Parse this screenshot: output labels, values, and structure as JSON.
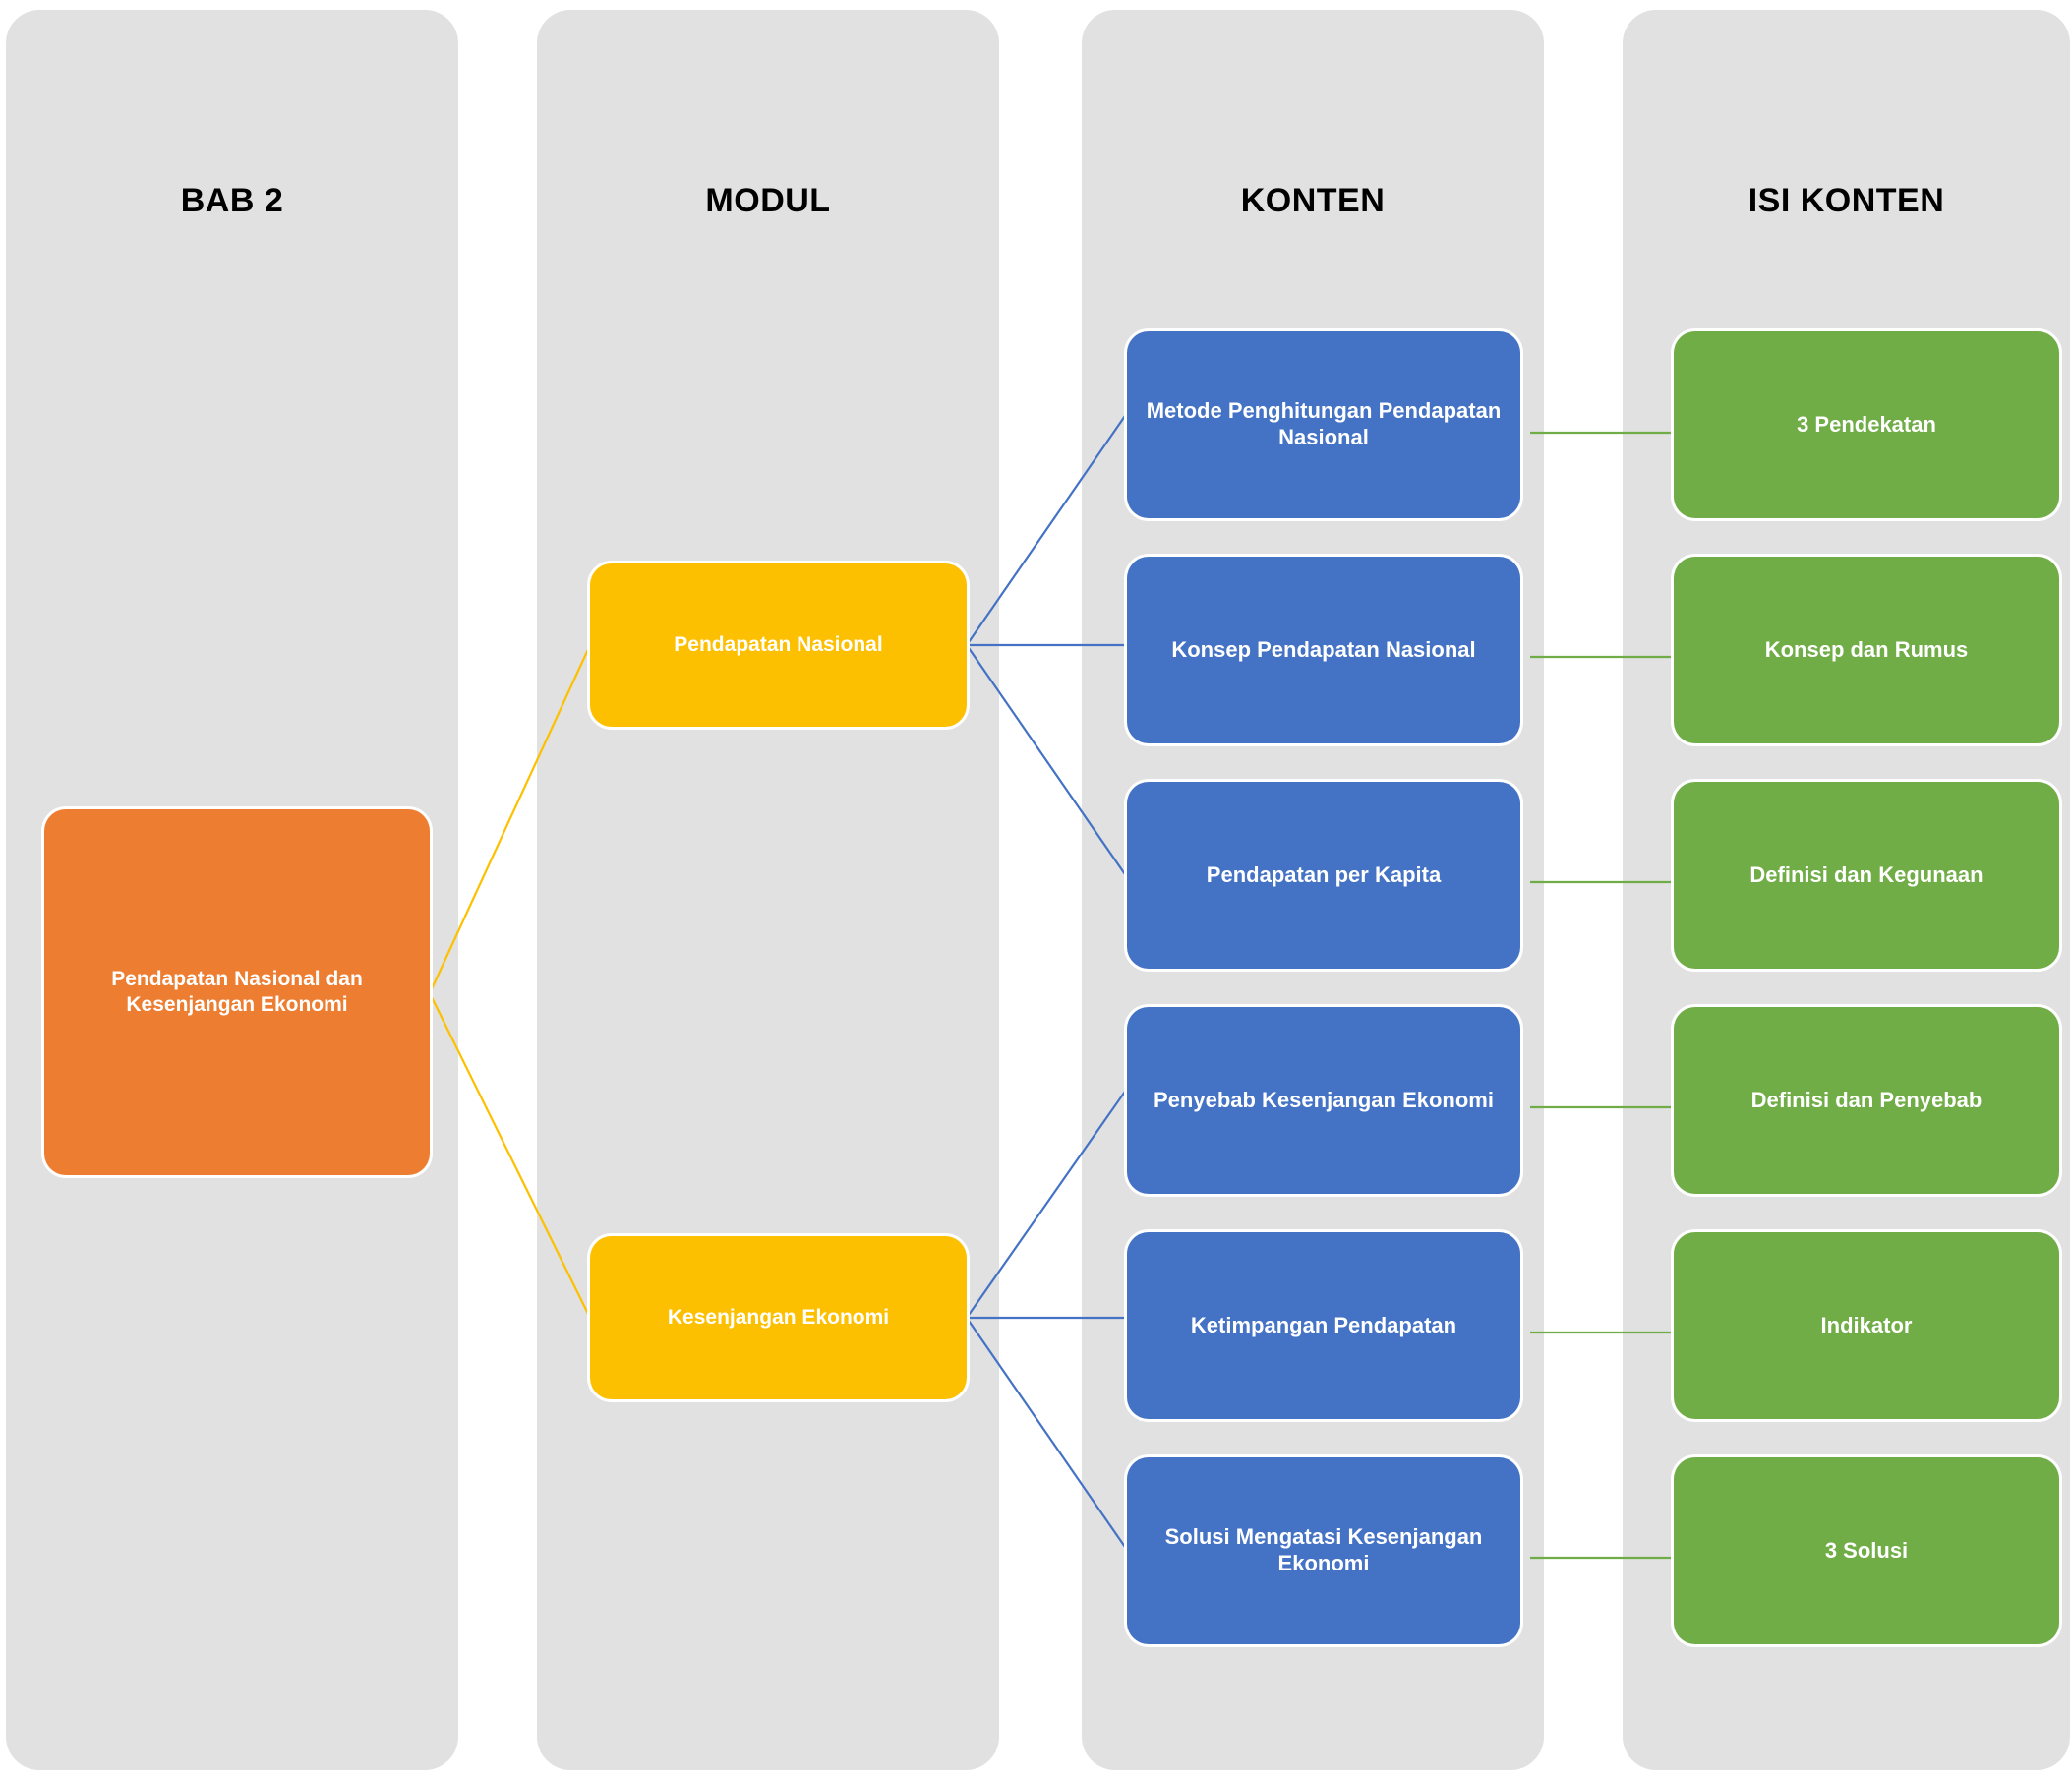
{
  "diagram": {
    "type": "hierarchy-flowchart",
    "background_color": "#ffffff",
    "panel_color": "#e1e1e1",
    "columns": [
      {
        "title": "BAB 2",
        "key": "bab2"
      },
      {
        "title": "MODUL",
        "key": "modul"
      },
      {
        "title": "KONTEN",
        "key": "konten"
      },
      {
        "title": "ISI KONTEN",
        "key": "isi_konten"
      }
    ],
    "colors": {
      "root": "#ed7d31",
      "modul": "#fdc000",
      "konten": "#4472c4",
      "isi_konten": "#70ad47",
      "connector_modul": "#fdc000",
      "connector_konten": "#4472c4",
      "connector_isi": "#70ad47"
    },
    "root": {
      "label": "Pendapatan Nasional dan Kesenjangan Ekonomi"
    },
    "modul": [
      {
        "label": "Pendapatan Nasional"
      },
      {
        "label": "Kesenjangan Ekonomi"
      }
    ],
    "konten": [
      {
        "label": "Metode Penghitungan Pendapatan Nasional"
      },
      {
        "label": "Konsep Pendapatan Nasional"
      },
      {
        "label": "Pendapatan per Kapita"
      },
      {
        "label": "Penyebab Kesenjangan Ekonomi"
      },
      {
        "label": "Ketimpangan Pendapatan"
      },
      {
        "label": "Solusi Mengatasi Kesenjangan Ekonomi"
      }
    ],
    "isi_konten": [
      {
        "label": "3 Pendekatan"
      },
      {
        "label": "Konsep dan Rumus"
      },
      {
        "label": "Definisi dan Kegunaan"
      },
      {
        "label": "Definisi dan Penyebab"
      },
      {
        "label": "Indikator"
      },
      {
        "label": "3 Solusi"
      }
    ]
  }
}
